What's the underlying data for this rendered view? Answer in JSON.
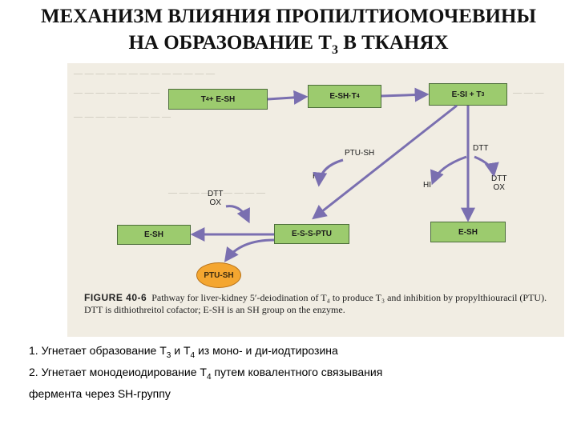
{
  "title": {
    "line1": "МЕХАНИЗМ ВЛИЯНИЯ ПРОПИЛТИОМОЧЕВИНЫ",
    "line2_pre": "НА ОБРАЗОВАНИЕ Т",
    "line2_sub": "3",
    "line2_post": " В ТКАНЯХ"
  },
  "diagram": {
    "box_t4": {
      "pre": "T",
      "sub": "4",
      "post": " + E-SH"
    },
    "box_esht4": {
      "pre": "E-SH·T",
      "sub": "4",
      "post": ""
    },
    "box_esi": {
      "pre": "E-SI + T",
      "sub": "3",
      "post": ""
    },
    "box_esh_left": "E-SH",
    "box_essptu": "E-S-S-PTU",
    "box_esh_right": "E-SH",
    "label_ptu_sh": "PTU-SH",
    "label_hi_center": "HI",
    "label_dtt_right": "DTT",
    "label_hi_right": "HI",
    "label_dtt_ox_right_1": "DTT",
    "label_dtt_ox_right_2": "OX",
    "label_dtt_ox_left_1": "DTT",
    "label_dtt_ox_left_2": "OX",
    "oval_ptu_sh": "PTU-SH",
    "colors": {
      "box": "#9ccb6e",
      "oval": "#f4a630",
      "arrow": "#7a6fb0",
      "background": "#f1ede3"
    }
  },
  "caption": {
    "figure_label": "FIGURE 40-6",
    "text": "Pathway for liver-kidney 5′-deiodination of T₄ to produce T₃ and inhibition by propylthiouracil (PTU). DTT is dithiothreitol cofactor; E-SH is an SH group on the enzyme."
  },
  "notes": {
    "n1_a": "1. Угнетает образование Т",
    "n1_sub1": "3",
    "n1_b": " и Т",
    "n1_sub2": "4",
    "n1_c": " из моно- и ди-иодтирозина",
    "n2_a": "2. Угнетает монодеиодирование Т",
    "n2_sub": "4",
    "n2_b": " путем ковалентного связывания",
    "n2_c": "фермента через SH-группу"
  }
}
